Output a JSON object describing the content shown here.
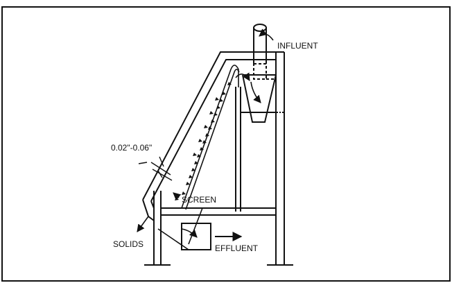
{
  "diagram": {
    "labels": {
      "influent": "INFLUENT",
      "gap": "0.02\"-0.06\"",
      "screen": "SCREEN",
      "solids": "SOLIDS",
      "effluent": "EFFLUENT"
    },
    "colors": {
      "ink": "#111111",
      "background": "#ffffff"
    }
  }
}
